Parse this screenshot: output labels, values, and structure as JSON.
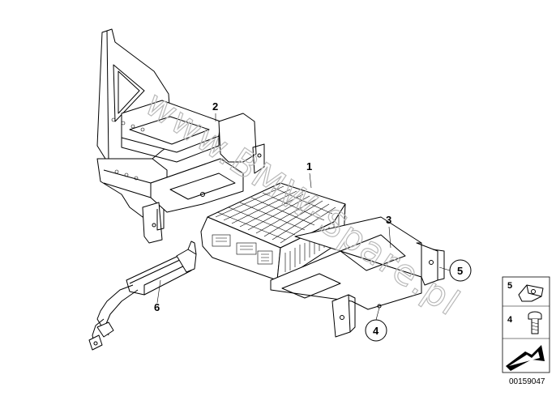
{
  "diagram": {
    "watermark": "www.BMW-Spare.pl",
    "parts": [
      {
        "number": "1",
        "name": "radio-unit"
      },
      {
        "number": "2",
        "name": "upper-bracket"
      },
      {
        "number": "3",
        "name": "lower-bracket"
      },
      {
        "number": "4",
        "name": "screw"
      },
      {
        "number": "5",
        "name": "clip-nut"
      },
      {
        "number": "6",
        "name": "antenna-amplifier-cable"
      }
    ],
    "legend": {
      "items": [
        {
          "number": "5",
          "icon": "clip-nut-icon"
        },
        {
          "number": "4",
          "icon": "screw-icon"
        }
      ],
      "arrow_icon": "arrow-icon"
    },
    "doc_number": "00159047"
  }
}
